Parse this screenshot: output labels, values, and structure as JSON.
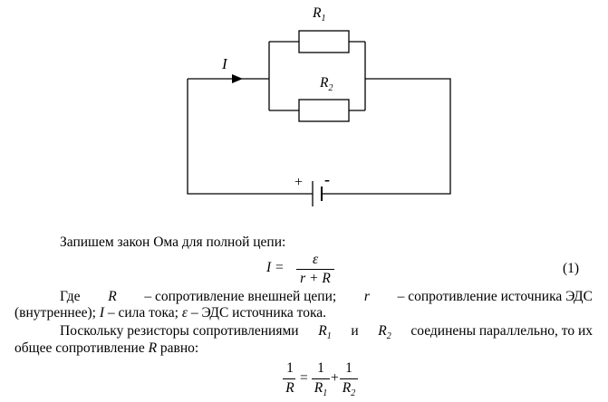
{
  "circuit": {
    "r1_label": "R",
    "r1_sub": "1",
    "r2_label": "R",
    "r2_sub": "2",
    "current_label": "I",
    "battery_plus": "+",
    "battery_minus": "-"
  },
  "text": {
    "ohm_intro": "Запишем закон Ома для полной цепи:",
    "eq1_lhs": "I =",
    "eq1_num": "ε",
    "eq1_den": "r + R",
    "eq1_number": "(1)",
    "def_line1_a": "Где",
    "def_line1_b": "R",
    "def_line1_c": "– сопротивление внешней цепи;",
    "def_line1_d": "r",
    "def_line1_e": "– сопротивление источника ЭДС",
    "def_line2_a": "(внутреннее);",
    "def_line2_b": "I",
    "def_line2_c": "– сила тока;",
    "def_line2_d": "ε",
    "def_line2_e": "– ЭДС источника тока.",
    "par_line1_a": "Поскольку резисторы сопротивлениями",
    "par_line1_r1": "R",
    "par_line1_r1_sub": "1",
    "par_line1_and": "и",
    "par_line1_r2": "R",
    "par_line1_r2_sub": "2",
    "par_line1_b": "соединены параллельно, то их",
    "par_line2_a": "общее сопротивление",
    "par_line2_r": "R",
    "par_line2_b": "равно:",
    "eq2_num1": "1",
    "eq2_den1": "R",
    "eq2_eq": "=",
    "eq2_num2": "1",
    "eq2_den2": "R",
    "eq2_den2_sub": "1",
    "eq2_plus": "+",
    "eq2_num3": "1",
    "eq2_den3": "R",
    "eq2_den3_sub": "2"
  }
}
